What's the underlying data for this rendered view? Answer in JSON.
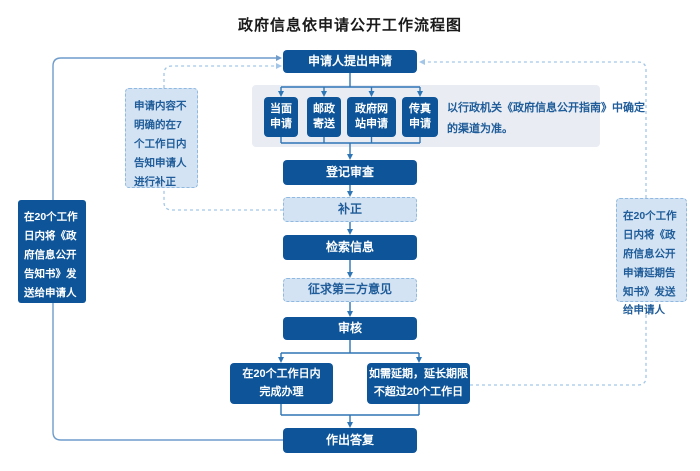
{
  "title": "政府信息依申请公开工作流程图",
  "colors": {
    "dark_box": "#0d5499",
    "light_box_fill": "#d3e3f3",
    "light_box_border": "#8fb9e0",
    "light_box_text": "#1f5c99",
    "panel_bg": "#e9edf3",
    "connector": "#2e75b6",
    "loop_line": "#6f9ccb",
    "dashed_line": "#a3c6e8",
    "title_text": "#1a1a1a"
  },
  "flow": {
    "apply": "申请人提出申请",
    "register": "登记审查",
    "correct": "补正",
    "retrieve": "检索信息",
    "third_party": "征求第三方意见",
    "review": "审核",
    "reply": "作出答复"
  },
  "channels": [
    {
      "line1": "当面",
      "line2": "申请"
    },
    {
      "line1": "邮政",
      "line2": "寄送"
    },
    {
      "line1": "政府网",
      "line2": "站申请"
    },
    {
      "line1": "传真",
      "line2": "申请"
    }
  ],
  "channel_note": "以行政机关《政府信息公开指南》中确定的渠道为准。",
  "branches": {
    "complete": [
      "在20个工作日内",
      "完成办理"
    ],
    "extend": [
      "如需延期，延长期限",
      "不超过20个工作日"
    ]
  },
  "side_notes": {
    "correction_hint": "申请内容不明确的在7个工作日内告知申请人进行补正",
    "disclosure_notice": "在20个工作日内将《政府信息公开告知书》发送给申请人",
    "extension_notice": "在20个工作日内将《政府信息公开申请延期告知书》发送给申请人"
  }
}
